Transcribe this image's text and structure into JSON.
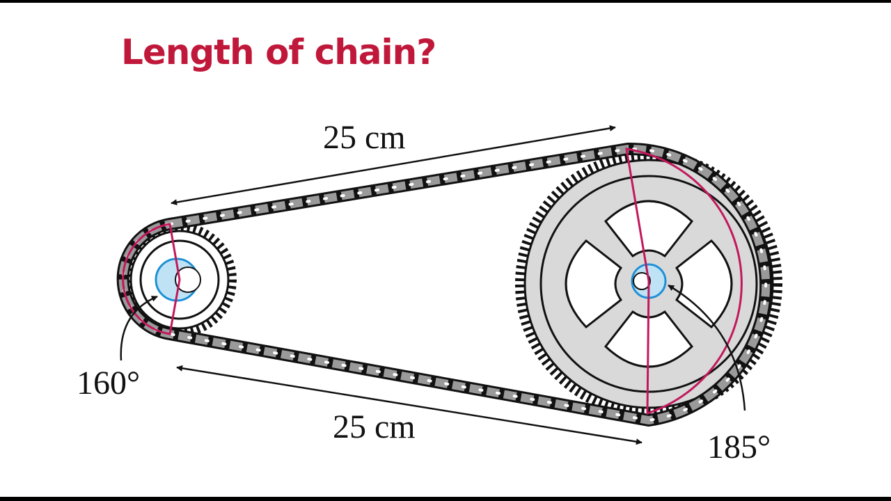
{
  "title": "Length of chain?",
  "labels": {
    "top_distance": "25 cm",
    "bottom_distance": "25 cm",
    "small_angle": "160°",
    "large_angle": "185°"
  },
  "colors": {
    "title": "#c0183a",
    "sector_outline": "#c2185b",
    "hub_fill": "#bfe3f5",
    "hub_stroke": "#1e90d6",
    "gear_fill": "#d9d9d9",
    "chain_plate": "#8e8e8e",
    "ink": "#111111"
  }
}
